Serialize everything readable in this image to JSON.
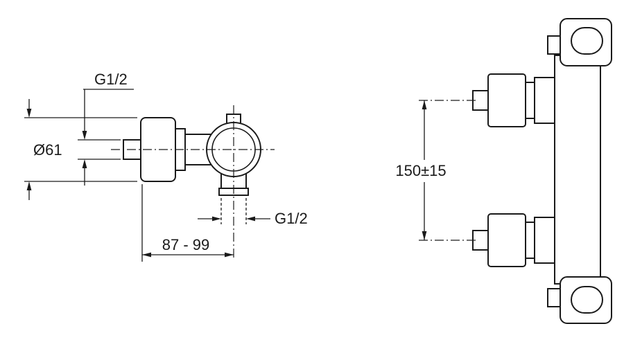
{
  "colors": {
    "line": "#1a1a1a",
    "background": "#ffffff"
  },
  "side_view": {
    "inlet_thread_label": "G1/2",
    "escutcheon_diameter_label": "Ø61",
    "outlet_thread_label": "G1/2",
    "wall_distance_label": "87 - 99"
  },
  "front_view": {
    "connection_spacing_label": "150±15"
  }
}
